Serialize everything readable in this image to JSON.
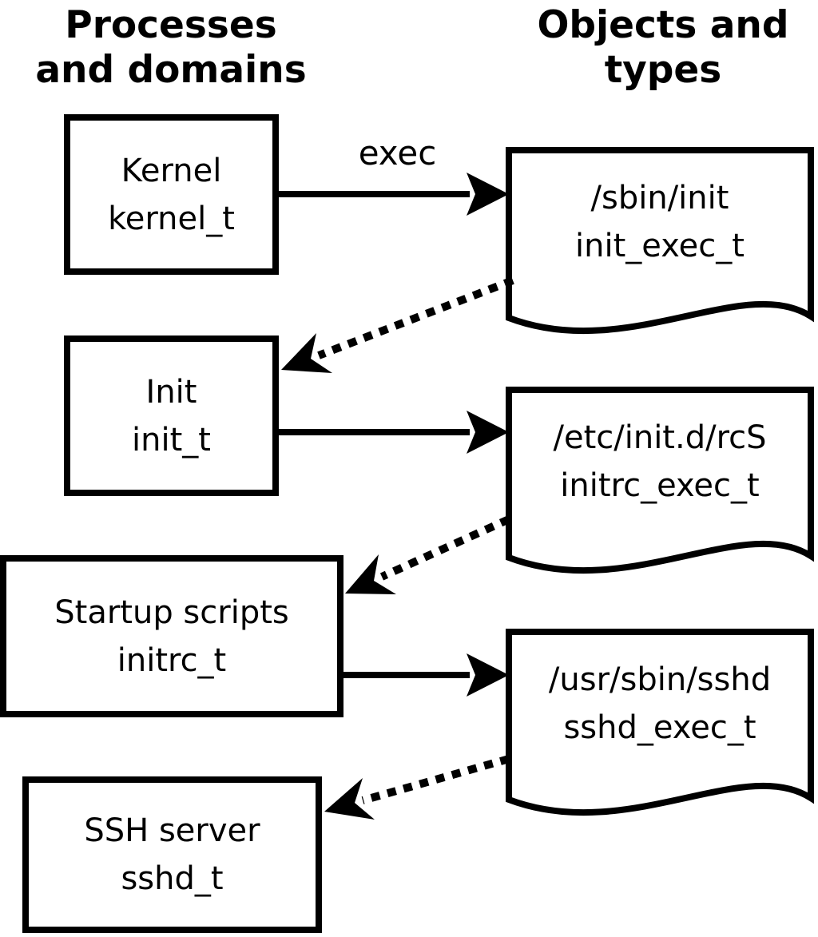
{
  "headers": {
    "left": {
      "line1": "Processes",
      "line2": "and domains"
    },
    "right": {
      "line1": "Objects and",
      "line2": "types"
    }
  },
  "processes": [
    {
      "name": "Kernel",
      "domain": "kernel_t"
    },
    {
      "name": "Init",
      "domain": "init_t"
    },
    {
      "name": "Startup scripts",
      "domain": "initrc_t"
    },
    {
      "name": "SSH server",
      "domain": "sshd_t"
    }
  ],
  "objects": [
    {
      "path": "/sbin/init",
      "type": "init_exec_t"
    },
    {
      "path": "/etc/init.d/rcS",
      "type": "initrc_exec_t"
    },
    {
      "path": "/usr/sbin/sshd",
      "type": "sshd_exec_t"
    }
  ],
  "arrows": {
    "exec_label": "exec",
    "edges": [
      {
        "from": "kernel_t",
        "to": "init_exec_t",
        "style": "solid",
        "label": "exec"
      },
      {
        "from": "init_exec_t",
        "to": "init_t",
        "style": "dotted",
        "label": ""
      },
      {
        "from": "init_t",
        "to": "initrc_exec_t",
        "style": "solid",
        "label": ""
      },
      {
        "from": "initrc_exec_t",
        "to": "initrc_t",
        "style": "dotted",
        "label": ""
      },
      {
        "from": "initrc_t",
        "to": "sshd_exec_t",
        "style": "solid",
        "label": ""
      },
      {
        "from": "sshd_exec_t",
        "to": "sshd_t",
        "style": "dotted",
        "label": ""
      }
    ]
  },
  "colors": {
    "foreground": "#000000",
    "background": "#ffffff"
  }
}
